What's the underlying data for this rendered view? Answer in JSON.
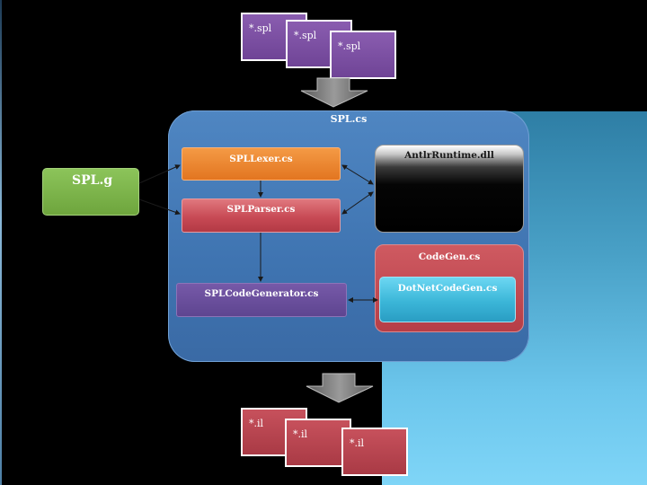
{
  "inputs": {
    "files": [
      "*.spl",
      "*.spl",
      "*.spl"
    ]
  },
  "grammar": {
    "label": "SPL.g"
  },
  "spl_cs": {
    "title": "SPL.cs",
    "lexer": "SPLLexer.cs",
    "parser": "SPLParser.cs",
    "generator": "SPLCodeGenerator.cs",
    "runtime": "AntlrRuntime.dll",
    "codegen": {
      "title": "CodeGen.cs",
      "dotnet": "DotNetCodeGen.cs"
    }
  },
  "outputs": {
    "files": [
      "*.il",
      "*.il",
      "*.il"
    ]
  },
  "colors": {
    "background": "#000000",
    "panel_blue": "#3f74b1",
    "lexer_orange": "#e27520",
    "parser_red": "#c84a55",
    "generator_purple": "#5e4590",
    "codegen_red": "#b63e47",
    "dotnet_cyan": "#3bb6d8",
    "grammar_green": "#6ea53d",
    "spl_file_purple": "#7a4fa3",
    "il_file_red": "#b8434d"
  }
}
